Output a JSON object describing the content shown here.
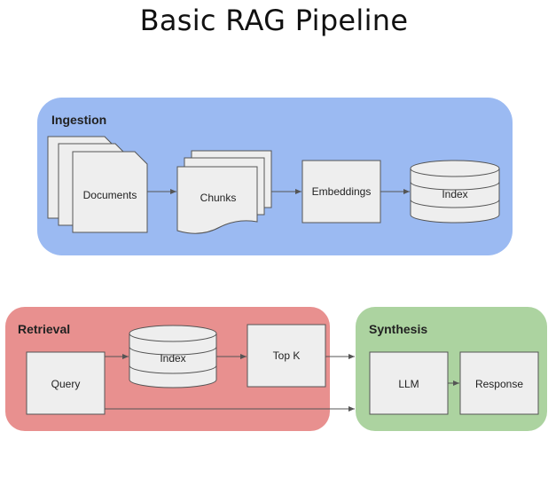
{
  "title": "Basic RAG Pipeline",
  "groups": {
    "ingestion": {
      "label": "Ingestion",
      "color": "#9bbaf2"
    },
    "retrieval": {
      "label": "Retrieval",
      "color": "#e8908f"
    },
    "synthesis": {
      "label": "Synthesis",
      "color": "#acd3a0"
    }
  },
  "nodes": {
    "documents": "Documents",
    "chunks": "Chunks",
    "embeddings": "Embeddings",
    "index_ingest": "Index",
    "query": "Query",
    "index_retrieval": "Index",
    "top_k": "Top K",
    "llm": "LLM",
    "response": "Response"
  },
  "colors": {
    "node_fill": "#eeeeee",
    "stroke": "#555555"
  }
}
